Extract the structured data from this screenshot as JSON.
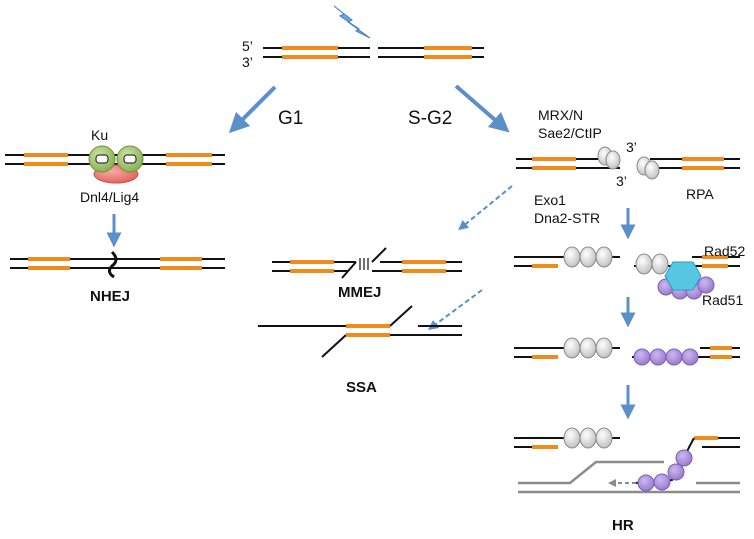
{
  "strand_labels": {
    "five_prime": "5’",
    "three_prime": "3’"
  },
  "phases": {
    "g1": "G1",
    "s_g2": "S-G2"
  },
  "proteins": {
    "ku": "Ku",
    "dnl4_lig4": "Dnl4/Lig4",
    "mrx": "MRX/N",
    "sae2": "Sae2/CtIP",
    "rpa": "RPA",
    "exo1": "Exo1",
    "dna2": "Dna2-STR",
    "rad52": "Rad52",
    "rad51": "Rad51"
  },
  "pathways": {
    "nhej": "NHEJ",
    "mmej": "MMEJ",
    "ssa": "SSA",
    "hr": "HR"
  },
  "colors": {
    "dna": "#111111",
    "homology": "#f08c1e",
    "arrow": "#5b8fc9",
    "ku": "#9fc46a",
    "lig4": "#f07a73",
    "rpa": "#d8d8d8",
    "rad51": "#a689d6",
    "rad52": "#57c6e3",
    "donor": "#8c8c8c",
    "lightning": "#6aa8e8"
  }
}
